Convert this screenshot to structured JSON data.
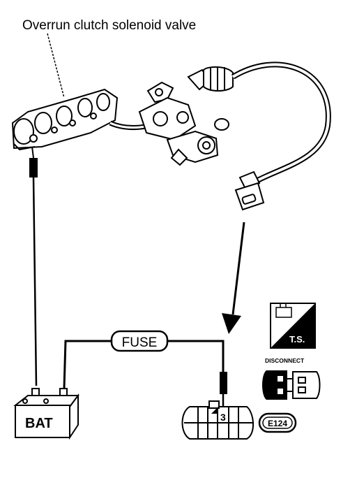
{
  "title": "Overrun clutch solenoid valve",
  "battery_label": "BAT",
  "fuse_label": "FUSE",
  "connector_terminal": "3",
  "connector_id": "E124",
  "disconnect_label": "DISCONNECT",
  "ts_label": "T.S.",
  "icons": {
    "ts": "test-symbol-icon",
    "disconnect": "disconnect-connector-icon",
    "arrow": "view-direction-arrow"
  },
  "colors": {
    "ink": "#000000",
    "paper": "#ffffff"
  }
}
